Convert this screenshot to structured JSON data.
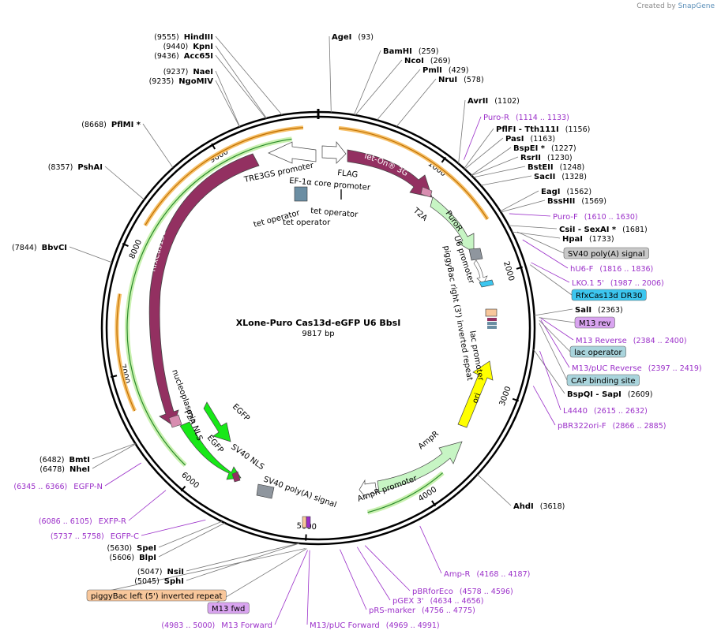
{
  "credit": {
    "prefix": "Created by",
    "brand": "SnapGene"
  },
  "title": "XLone-Puro Cas13d-eGFP U6 BbsI",
  "size": "9817 bp",
  "ticks": [
    "1000",
    "2000",
    "3000",
    "4000",
    "5000",
    "6000",
    "7000",
    "8000",
    "9000"
  ],
  "enzymes": [
    {
      "name": "HindIII",
      "pos": "(9555)"
    },
    {
      "name": "KpnI",
      "pos": "(9440)"
    },
    {
      "name": "Acc65I",
      "pos": "(9436)"
    },
    {
      "name": "NaeI",
      "pos": "(9237)"
    },
    {
      "name": "NgoMIV",
      "pos": "(9235)"
    },
    {
      "name": "PflMI *",
      "pos": "(8668)"
    },
    {
      "name": "PshAI",
      "pos": "(8357)"
    },
    {
      "name": "BbvCI",
      "pos": "(7844)"
    },
    {
      "name": "AgeI",
      "pos": "(93)"
    },
    {
      "name": "BamHI",
      "pos": "(259)"
    },
    {
      "name": "NcoI",
      "pos": "(269)"
    },
    {
      "name": "PmlI",
      "pos": "(429)"
    },
    {
      "name": "NruI",
      "pos": "(578)"
    },
    {
      "name": "AvrII",
      "pos": "(1102)"
    },
    {
      "name": "PflFI - Tth111I",
      "pos": "(1156)"
    },
    {
      "name": "PasI",
      "pos": "(1163)"
    },
    {
      "name": "BspEI *",
      "pos": "(1227)"
    },
    {
      "name": "RsrII",
      "pos": "(1230)"
    },
    {
      "name": "BstEII",
      "pos": "(1248)"
    },
    {
      "name": "SacII",
      "pos": "(1328)"
    },
    {
      "name": "EagI",
      "pos": "(1562)"
    },
    {
      "name": "BssHII",
      "pos": "(1569)"
    },
    {
      "name": "CsiI - SexAI *",
      "pos": "(1681)"
    },
    {
      "name": "HpaI",
      "pos": "(1733)"
    },
    {
      "name": "SalI",
      "pos": "(2363)"
    },
    {
      "name": "BspQI - SapI",
      "pos": "(2609)"
    },
    {
      "name": "AhdI",
      "pos": "(3618)"
    },
    {
      "name": "BmtI",
      "pos": "(6482)"
    },
    {
      "name": "NheI",
      "pos": "(6478)"
    },
    {
      "name": "SpeI",
      "pos": "(5630)"
    },
    {
      "name": "BlpI",
      "pos": "(5606)"
    },
    {
      "name": "NsiI",
      "pos": "(5047)"
    },
    {
      "name": "SphI",
      "pos": "(5045)"
    }
  ],
  "primers": [
    {
      "name": "Puro-R",
      "pos": "(1114 .. 1133)"
    },
    {
      "name": "Puro-F",
      "pos": "(1610 .. 1630)"
    },
    {
      "name": "hU6-F",
      "pos": "(1816 .. 1836)"
    },
    {
      "name": "LKO.1 5'",
      "pos": "(1987 .. 2006)"
    },
    {
      "name": "M13 Reverse",
      "pos": "(2384 .. 2400)"
    },
    {
      "name": "M13/pUC Reverse",
      "pos": "(2397 .. 2419)"
    },
    {
      "name": "L4440",
      "pos": "(2615 .. 2632)"
    },
    {
      "name": "pBR322ori-F",
      "pos": "(2866 .. 2885)"
    },
    {
      "name": "Amp-R",
      "pos": "(4168 .. 4187)"
    },
    {
      "name": "pBRforEco",
      "pos": "(4578 .. 4596)"
    },
    {
      "name": "pGEX 3'",
      "pos": "(4634 .. 4656)"
    },
    {
      "name": "pRS-marker",
      "pos": "(4756 .. 4775)"
    },
    {
      "name": "M13/pUC Forward",
      "pos": "(4969 .. 4991)"
    },
    {
      "name": "M13 Forward",
      "pos": "(4983 .. 5000)"
    },
    {
      "name": "EGFP-N",
      "pos": "(6345 .. 6366)"
    },
    {
      "name": "EXFP-R",
      "pos": "(6086 .. 6105)"
    },
    {
      "name": "EGFP-C",
      "pos": "(5737 .. 5758)"
    }
  ],
  "boxes": [
    {
      "name": "SV40 poly(A) signal",
      "color": "#c8c8c8"
    },
    {
      "name": "RfxCas13d DR30",
      "color": "#3cc6ef"
    },
    {
      "name": "M13 rev",
      "color": "#d9a4f0"
    },
    {
      "name": "lac operator",
      "color": "#a9d4dc"
    },
    {
      "name": "CAP binding site",
      "color": "#a9d4dc"
    },
    {
      "name": "piggyBac left (5') inverted repeat",
      "color": "#f8c79b"
    },
    {
      "name": "M13 fwd",
      "color": "#d9a4f0"
    }
  ],
  "features": {
    "tre3gs": "TRE3GS promoter",
    "flag": "FLAG",
    "ef1a": "EF-1α core promoter",
    "teton": "Tet-On® 3G",
    "t2a": "T2A",
    "puror": "PuroR",
    "u6": "U6 promoter",
    "pbright": "piggyBac right (3') inverted repeat",
    "lacpro": "lac promoter",
    "ori": "ori",
    "tetop1": "tet operator",
    "tetop2": "tet operator",
    "tetop3": "tet operator",
    "rfx": "RfxCas13d",
    "nls": "nucleoplasmin NLS",
    "p2a": "P2A",
    "egfp1": "EGFP",
    "egfp2": "EGFP",
    "sv40nls": "SV40 NLS",
    "sv40pa": "SV40 poly(A) signal",
    "amppro": "AmpR promoter",
    "ampr": "AmpR"
  },
  "colors": {
    "cds": "#933061",
    "marker": "#c7f5c4",
    "grey": "#8f969e",
    "ori": "#ffff00",
    "orange": "#f7a829",
    "green": "#12b212",
    "primer": "#9b30c9"
  }
}
